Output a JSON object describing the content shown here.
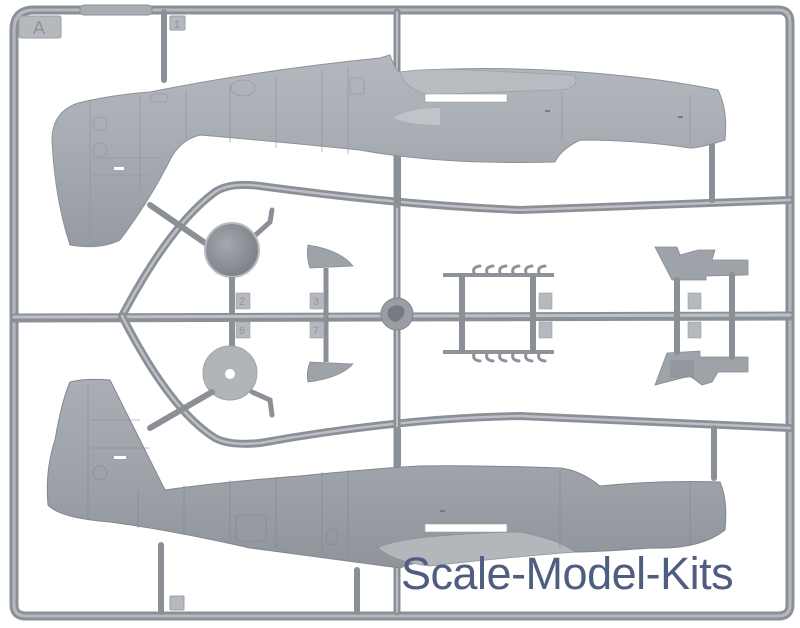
{
  "image": {
    "subject": "Injection-molded plastic model aircraft kit sprue (frame A) showing two fuselage halves and small parts",
    "background_color": "#ffffff",
    "plastic_color": "#a4a9b0",
    "plastic_shadow_color": "#8c9198",
    "plastic_highlight_color": "#c3c7cc"
  },
  "sprue": {
    "frame_letter": "A",
    "manufacturer_plate_text": "",
    "part_numbers": [
      "1",
      "2",
      "3",
      "6",
      "7"
    ],
    "parts": [
      {
        "name": "upper-fuselage-half",
        "description": "Left fuselage half with tail fin, facing right"
      },
      {
        "name": "lower-fuselage-half",
        "description": "Right fuselage half with tail fin, facing right"
      },
      {
        "name": "spinner",
        "description": "Propeller spinner dome"
      },
      {
        "name": "propeller-backplate",
        "description": "Circular disc with center hole"
      },
      {
        "name": "wheel-well-covers",
        "description": "Two curved fairing parts"
      },
      {
        "name": "exhaust-stacks",
        "description": "Two rows of six exhaust stubs"
      },
      {
        "name": "cockpit-side-panels",
        "description": "Two cockpit side consoles with detail"
      }
    ]
  },
  "watermark": {
    "text": "Scale-Model-Kits",
    "color": "#4e5d80"
  }
}
